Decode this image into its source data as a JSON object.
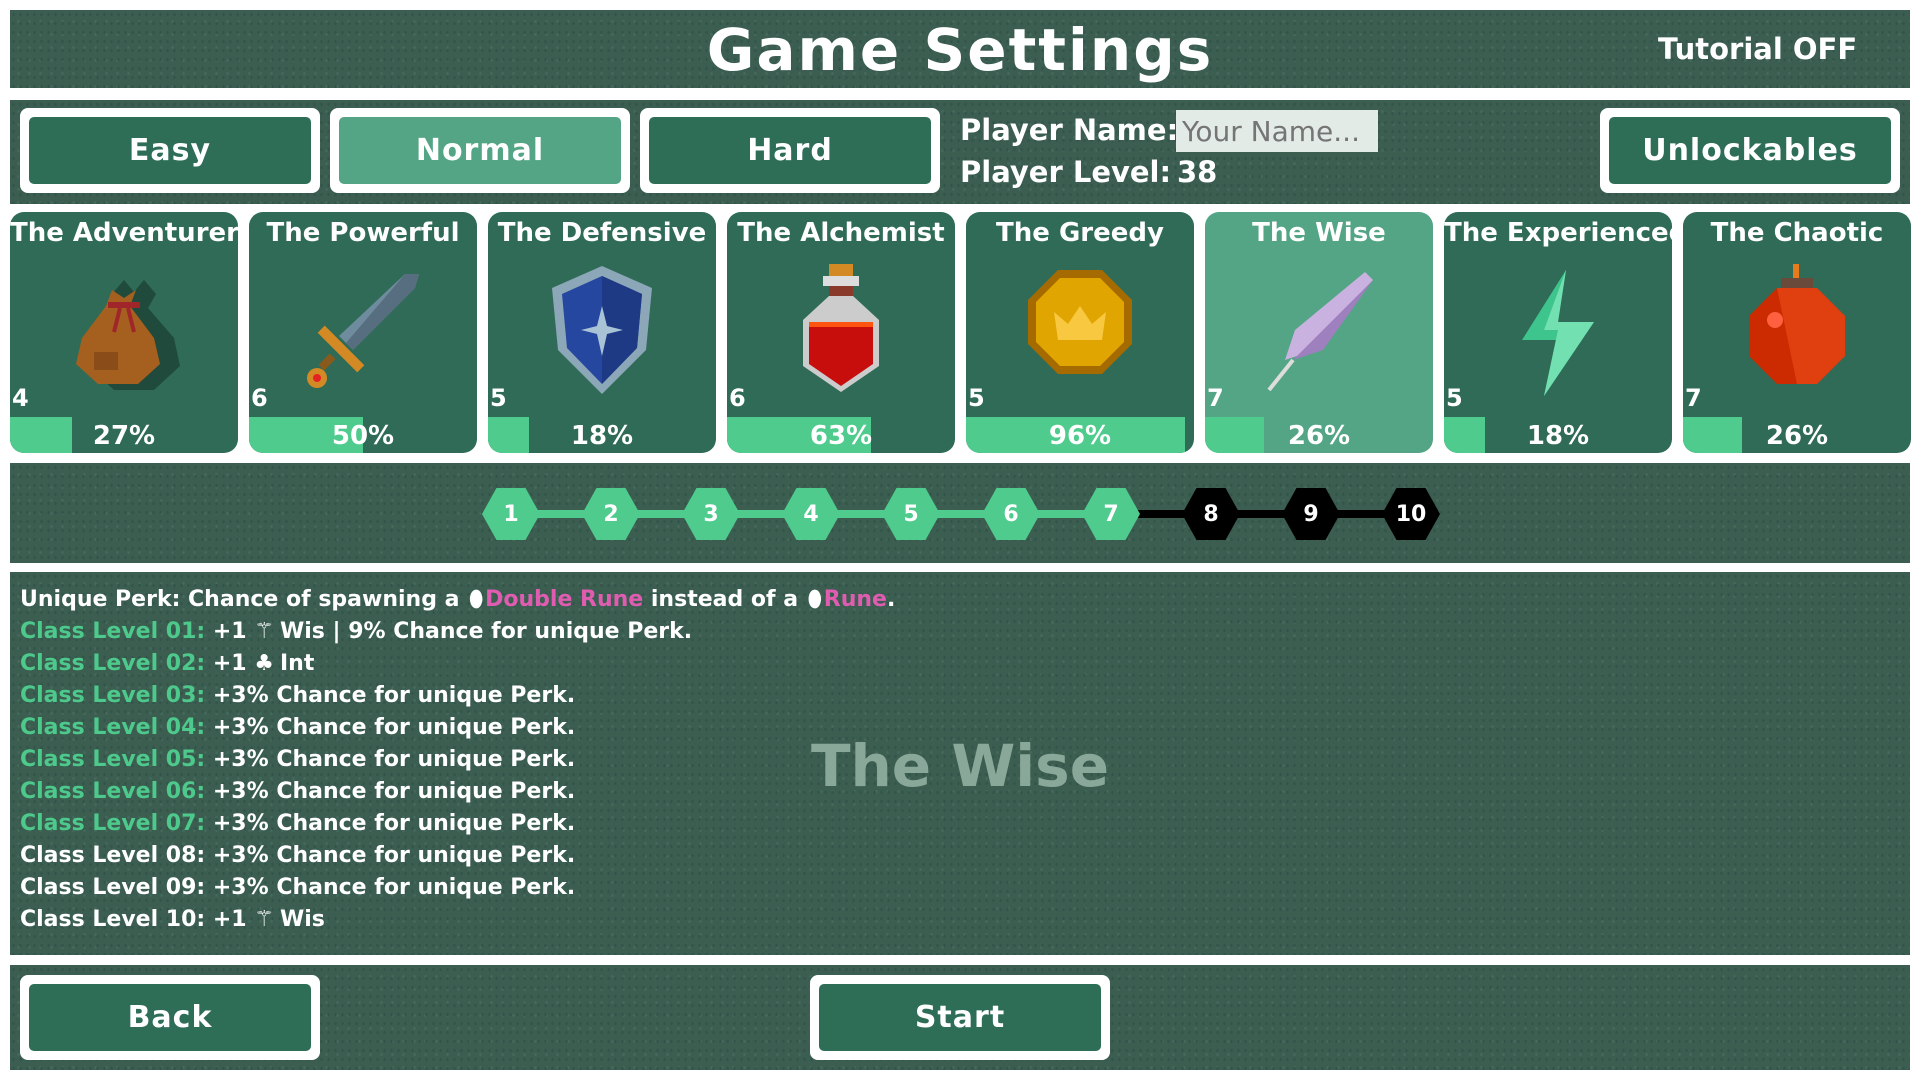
{
  "header": {
    "title": "Game Settings",
    "tutorial": "Tutorial OFF"
  },
  "difficulty": [
    {
      "label": "Easy",
      "selected": false
    },
    {
      "label": "Normal",
      "selected": true
    },
    {
      "label": "Hard",
      "selected": false
    }
  ],
  "player": {
    "name_label": "Player Name:",
    "name_placeholder": "Your Name...",
    "name_value": "",
    "level_label": "Player Level:",
    "level": "38"
  },
  "unlockables_label": "Unlockables",
  "classes": [
    {
      "name": "The Adventurer",
      "level": "4",
      "progress": "27%",
      "icon": "bag-icon"
    },
    {
      "name": "The Powerful",
      "level": "6",
      "progress": "50%",
      "icon": "sword-icon"
    },
    {
      "name": "The Defensive",
      "level": "5",
      "progress": "18%",
      "icon": "shield-icon"
    },
    {
      "name": "The Alchemist",
      "level": "6",
      "progress": "63%",
      "icon": "potion-icon"
    },
    {
      "name": "The Greedy",
      "level": "5",
      "progress": "96%",
      "icon": "coin-icon"
    },
    {
      "name": "The Wise",
      "level": "7",
      "progress": "26%",
      "icon": "feather-icon",
      "selected": true
    },
    {
      "name": "The Experienced",
      "level": "5",
      "progress": "18%",
      "icon": "lightning-icon"
    },
    {
      "name": "The Chaotic",
      "level": "7",
      "progress": "26%",
      "icon": "bomb-icon"
    }
  ],
  "level_track": {
    "levels": [
      "1",
      "2",
      "3",
      "4",
      "5",
      "6",
      "7",
      "8",
      "9",
      "10"
    ],
    "unlocked": 7
  },
  "details": {
    "watermark": "The Wise",
    "perk": {
      "prefix": "Unique Perk: Chance of spawning a",
      "item1": "Double Rune",
      "middle": "instead of a",
      "item2": "Rune",
      "suffix": "."
    },
    "lines": [
      {
        "label": "Class Level 01:",
        "text": "+1",
        "icon": "wis-icon",
        "rest": "Wis | 9% Chance for unique Perk."
      },
      {
        "label": "Class Level 02:",
        "text": "+1",
        "icon": "int-icon",
        "rest": "Int"
      },
      {
        "label": "Class Level 03:",
        "text": "+3% Chance for unique Perk."
      },
      {
        "label": "Class Level 04:",
        "text": "+3% Chance for unique Perk."
      },
      {
        "label": "Class Level 05:",
        "text": "+3% Chance for unique Perk."
      },
      {
        "label": "Class Level 06:",
        "text": "+3% Chance for unique Perk."
      },
      {
        "label": "Class Level 07:",
        "text": "+3% Chance for unique Perk."
      },
      {
        "label": "Class Level 08:",
        "text": "+3% Chance for unique Perk."
      },
      {
        "label": "Class Level 09:",
        "text": "+3% Chance for unique Perk."
      },
      {
        "label": "Class Level 10:",
        "text": "+1",
        "icon": "wis-icon",
        "rest": "Wis"
      }
    ]
  },
  "footer": {
    "back": "Back",
    "start": "Start"
  },
  "colors": {
    "panel": "#3b5e51",
    "card": "#2f6b57",
    "selected": "#54a585",
    "accent": "#4ecb8d",
    "highlight": "#e05cb0"
  }
}
